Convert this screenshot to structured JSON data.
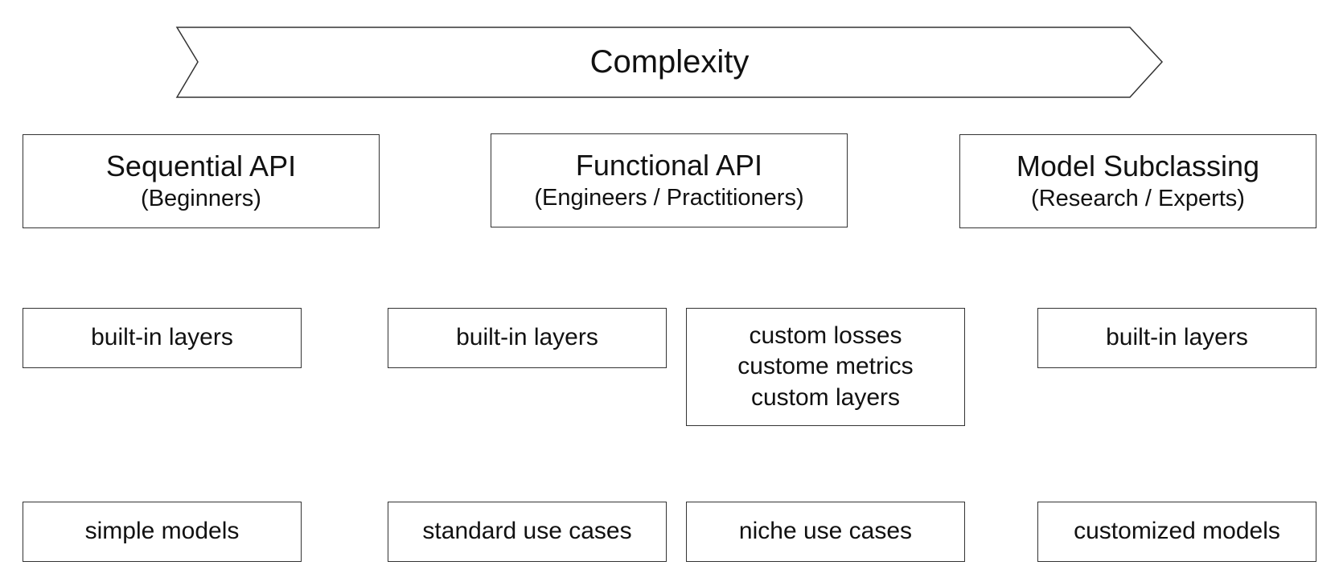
{
  "complexity_label": "Complexity",
  "api_columns": [
    {
      "title": "Sequential API",
      "subtitle": "(Beginners)"
    },
    {
      "title": "Functional API",
      "subtitle": "(Engineers / Practitioners)"
    },
    {
      "title": "Model Subclassing",
      "subtitle": "(Research / Experts)"
    }
  ],
  "features": {
    "sequential": "built-in layers",
    "functional_builtin": "built-in layers",
    "functional_custom": [
      "custom losses",
      "custome metrics",
      "custom layers"
    ],
    "subclassing": "built-in layers"
  },
  "use_cases": {
    "sequential": "simple models",
    "functional_standard": "standard use cases",
    "functional_niche": "niche use cases",
    "subclassing": "customized models"
  },
  "colors": {
    "border": "#333333",
    "text": "#111111",
    "background": "#ffffff"
  }
}
